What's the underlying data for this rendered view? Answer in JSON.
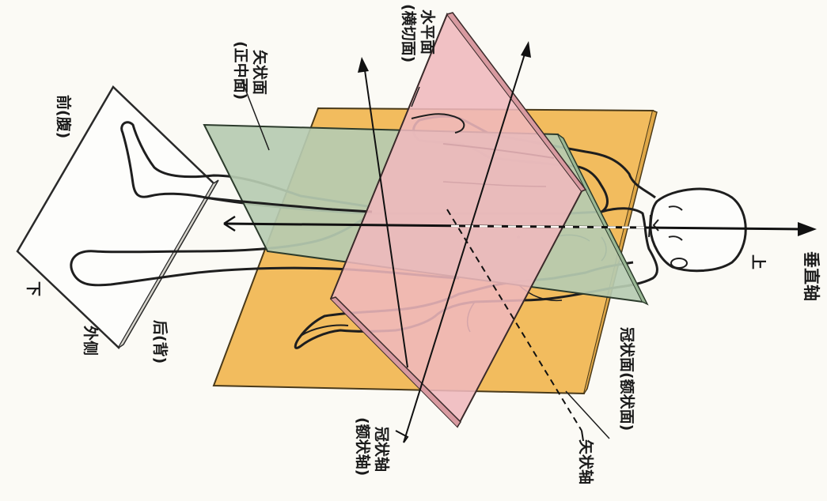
{
  "labels": {
    "sagittal_plane": "矢状面",
    "sagittal_plane_alt": "(正中面)",
    "horizontal_plane": "水平面",
    "horizontal_plane_alt": "(横切面)",
    "anterior": "前(腹)",
    "inferior": "下",
    "lateral": "外侧",
    "posterior": "后(背)",
    "coronal_axis": "冠状轴",
    "coronal_axis_alt": "(额状轴)",
    "sagittal_axis": "矢状轴",
    "coronal_plane": "冠状面(额状面)",
    "superior": "上",
    "vertical_axis": "垂直轴"
  },
  "colors": {
    "coronal_plane_fill": "#f2bc5e",
    "sagittal_plane_fill": "#b6cbb1",
    "horizontal_plane_fill": "#efb8bd",
    "outline": "#1e1e1e",
    "background": "#fbfaf5"
  }
}
